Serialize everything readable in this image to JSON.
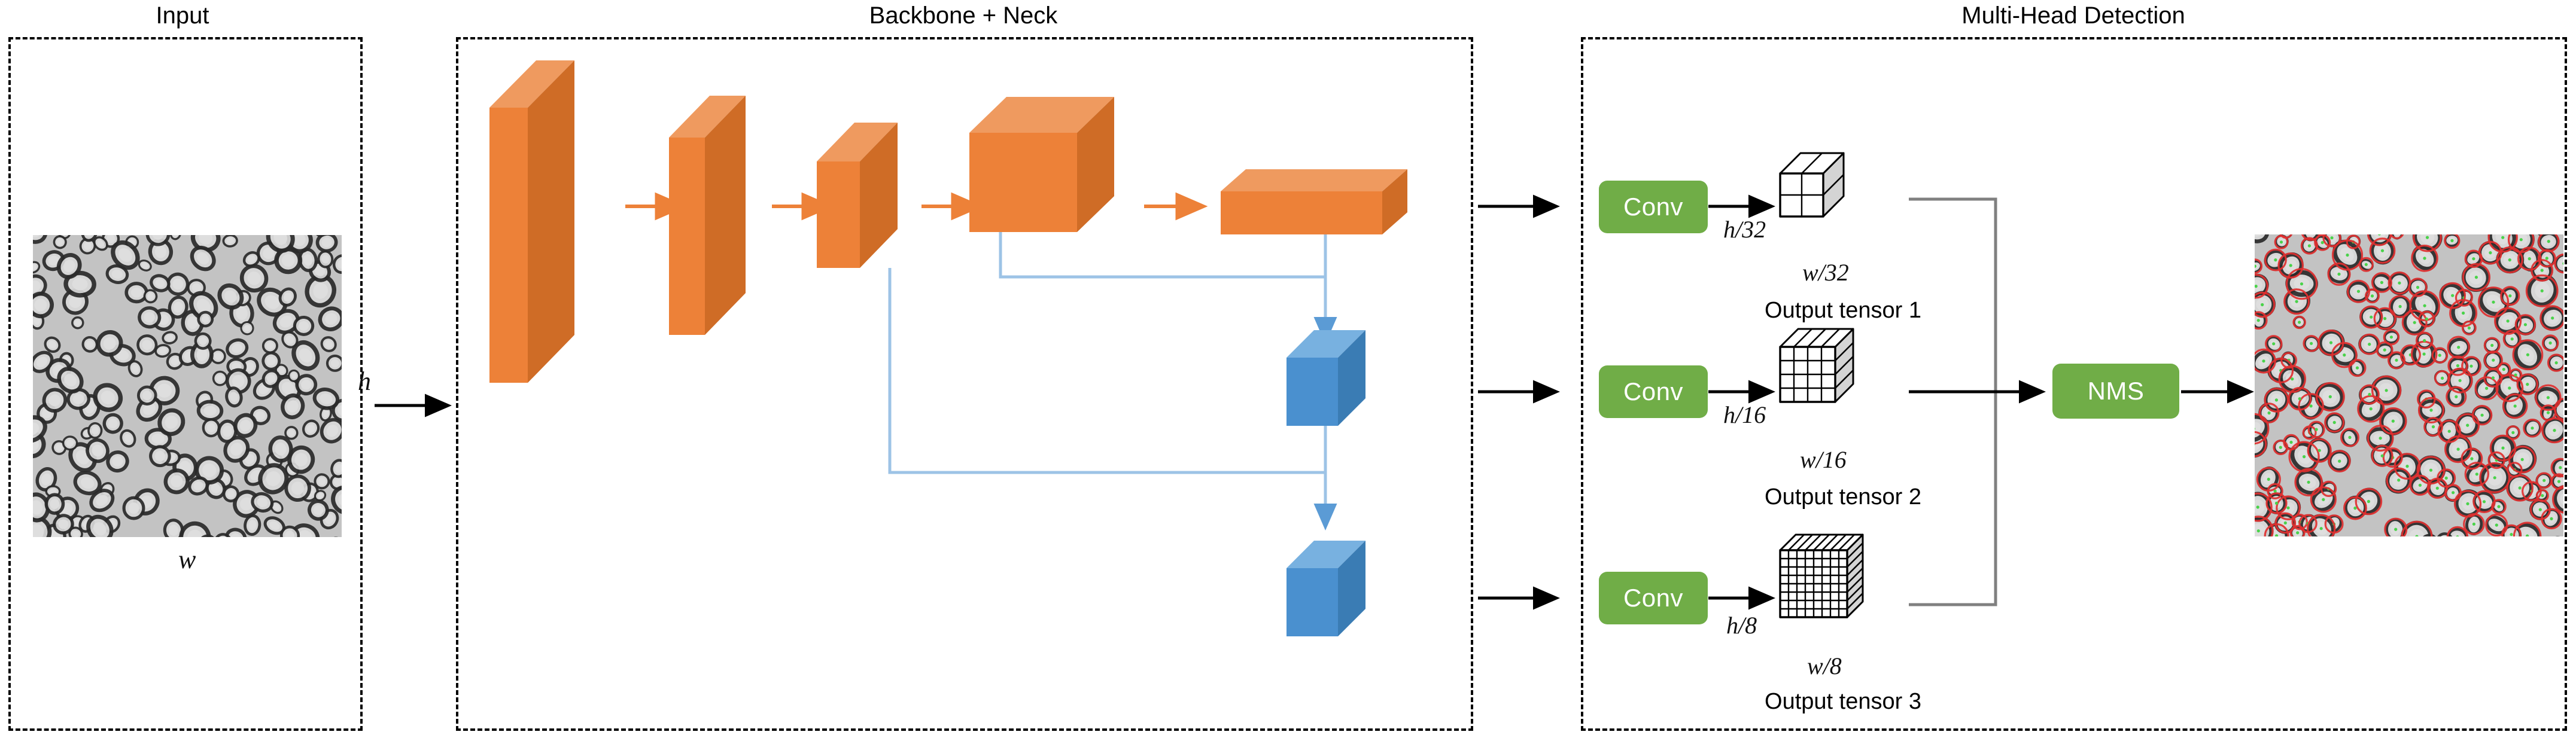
{
  "panels": [
    {
      "id": "input",
      "title": "Input"
    },
    {
      "id": "backbone",
      "title": "Backbone + Neck"
    },
    {
      "id": "detection",
      "title": "Multi-Head Detection"
    }
  ],
  "input_section": {
    "height_label": "h",
    "width_label": "w",
    "image_name": "microscopy-cells-input"
  },
  "detection_section": {
    "heads": [
      {
        "conv_label": "Conv",
        "stride_label": "h/32",
        "width_label": "w/32",
        "caption": "Output tensor 1",
        "grid": 2
      },
      {
        "conv_label": "Conv",
        "stride_label": "h/16",
        "width_label": "w/16",
        "caption": "Output tensor 2",
        "grid": 4
      },
      {
        "conv_label": "Conv",
        "stride_label": "h/8",
        "width_label": "w/8",
        "caption": "Output tensor 3",
        "grid": 8
      }
    ],
    "nms_label": "NMS",
    "output_image_name": "detected-cells-output"
  },
  "colors": {
    "orange_front": "#ed8138",
    "orange_top": "#ef9a5f",
    "orange_side": "#cf6c26",
    "blue_front": "#4a90cf",
    "blue_top": "#78b1e0",
    "blue_side": "#3a7cb4",
    "green": "#70ad47",
    "arrow_orange": "#ed8138",
    "arrow_blue": "#9dc3e6",
    "arrow_black": "#000000",
    "connector_gray": "#808080",
    "dashed_border": "#000000",
    "image_bg": "#c3c3c3",
    "detection_circle": "#e03030",
    "detection_center": "#4ad24a"
  }
}
